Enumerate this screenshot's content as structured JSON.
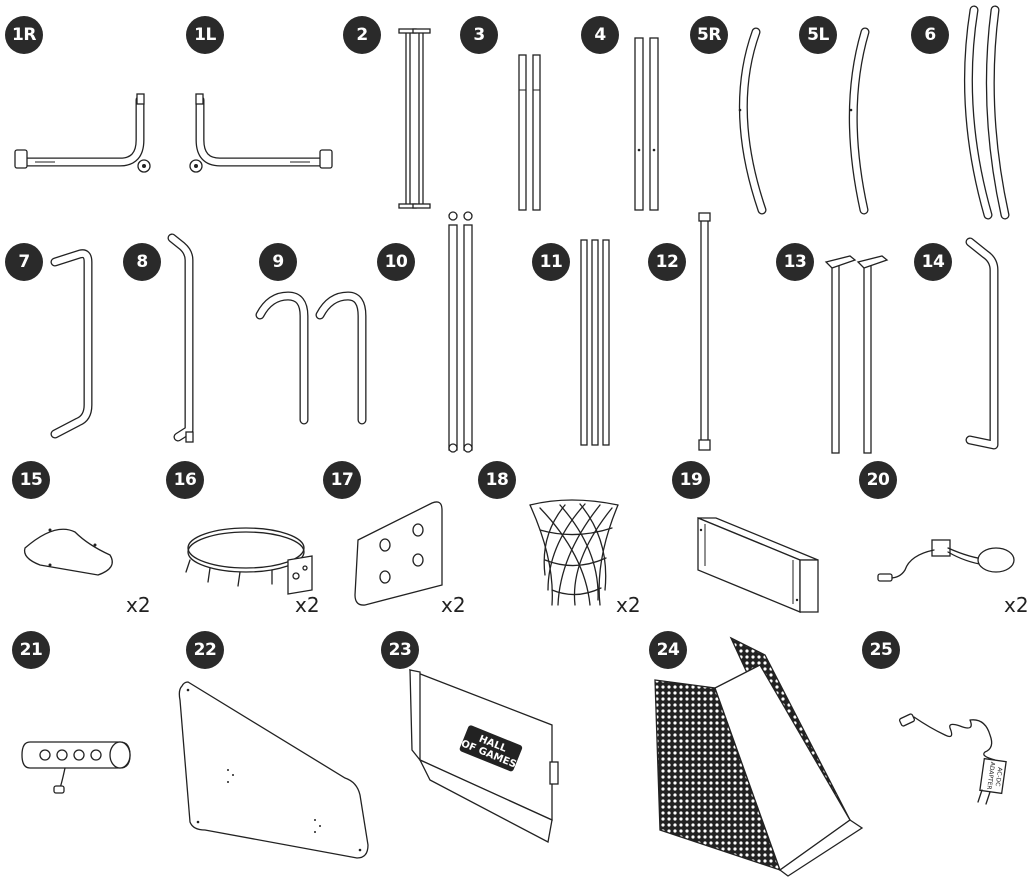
{
  "labels": [
    "1R",
    "1L",
    "2",
    "3",
    "4",
    "5R",
    "5L",
    "6",
    "7",
    "8",
    "9",
    "10",
    "11",
    "12",
    "13",
    "14",
    "15",
    "16",
    "17",
    "18",
    "19",
    "20",
    "21",
    "22",
    "23",
    "24",
    "25"
  ],
  "quantities": {
    "p15": "x2",
    "p16": "x2",
    "p17": "x2",
    "p18": "x2",
    "p20": "x2"
  },
  "logo_text": [
    "HALL",
    "OF GAMES"
  ],
  "adapter_text": [
    "AC-DC",
    "ADAPTER"
  ],
  "colors": {
    "ink": "#222222",
    "badge": "#2a2a2a",
    "background": "#ffffff"
  }
}
